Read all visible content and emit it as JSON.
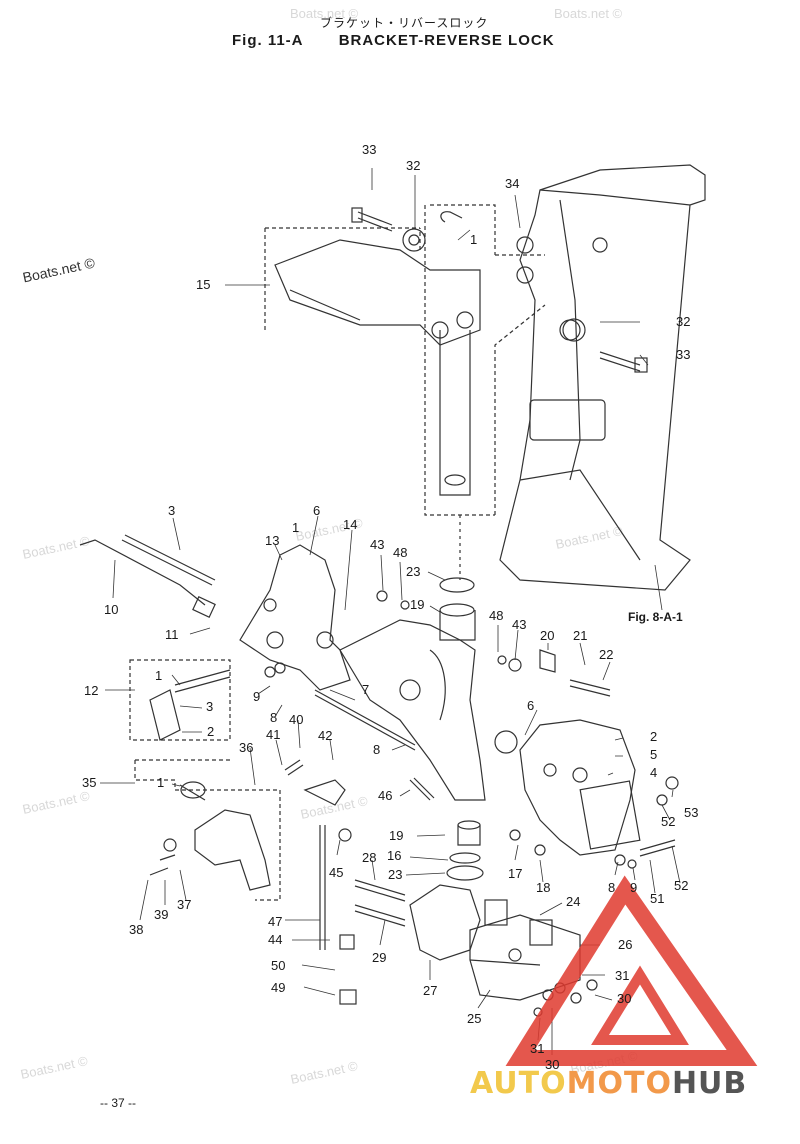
{
  "header": {
    "japanese_title": "ブラケット・リバースロック",
    "figure_number": "Fig. 11-A",
    "title": "BRACKET-REVERSE LOCK"
  },
  "references": {
    "fig_8a1": "Fig. 8-A-1"
  },
  "page_number": "-- 37 --",
  "watermarks": {
    "text": "Boats.net ©",
    "dark_text": "Boats.net ©"
  },
  "logo": {
    "auto": "AUTO",
    "moto": "MOTO",
    "hub": "HUB",
    "colors": {
      "auto": "#f2c94c",
      "moto": "#f2994a",
      "hub": "#555555",
      "triangle": "#e03a2f"
    }
  },
  "part_labels": [
    "33",
    "32",
    "34",
    "1",
    "15",
    "32",
    "33",
    "3",
    "6",
    "14",
    "1",
    "13",
    "10",
    "43",
    "48",
    "23",
    "19",
    "11",
    "48",
    "43",
    "20",
    "21",
    "22",
    "12",
    "1",
    "9",
    "7",
    "3",
    "2",
    "8",
    "40",
    "6",
    "2",
    "5",
    "4",
    "41",
    "42",
    "36",
    "8",
    "35",
    "1",
    "46",
    "53",
    "52",
    "19",
    "16",
    "45",
    "17",
    "28",
    "23",
    "18",
    "8",
    "9",
    "51",
    "52",
    "38",
    "39",
    "37",
    "47",
    "44",
    "29",
    "24",
    "26",
    "50",
    "49",
    "27",
    "31",
    "30",
    "25",
    "31",
    "30"
  ]
}
